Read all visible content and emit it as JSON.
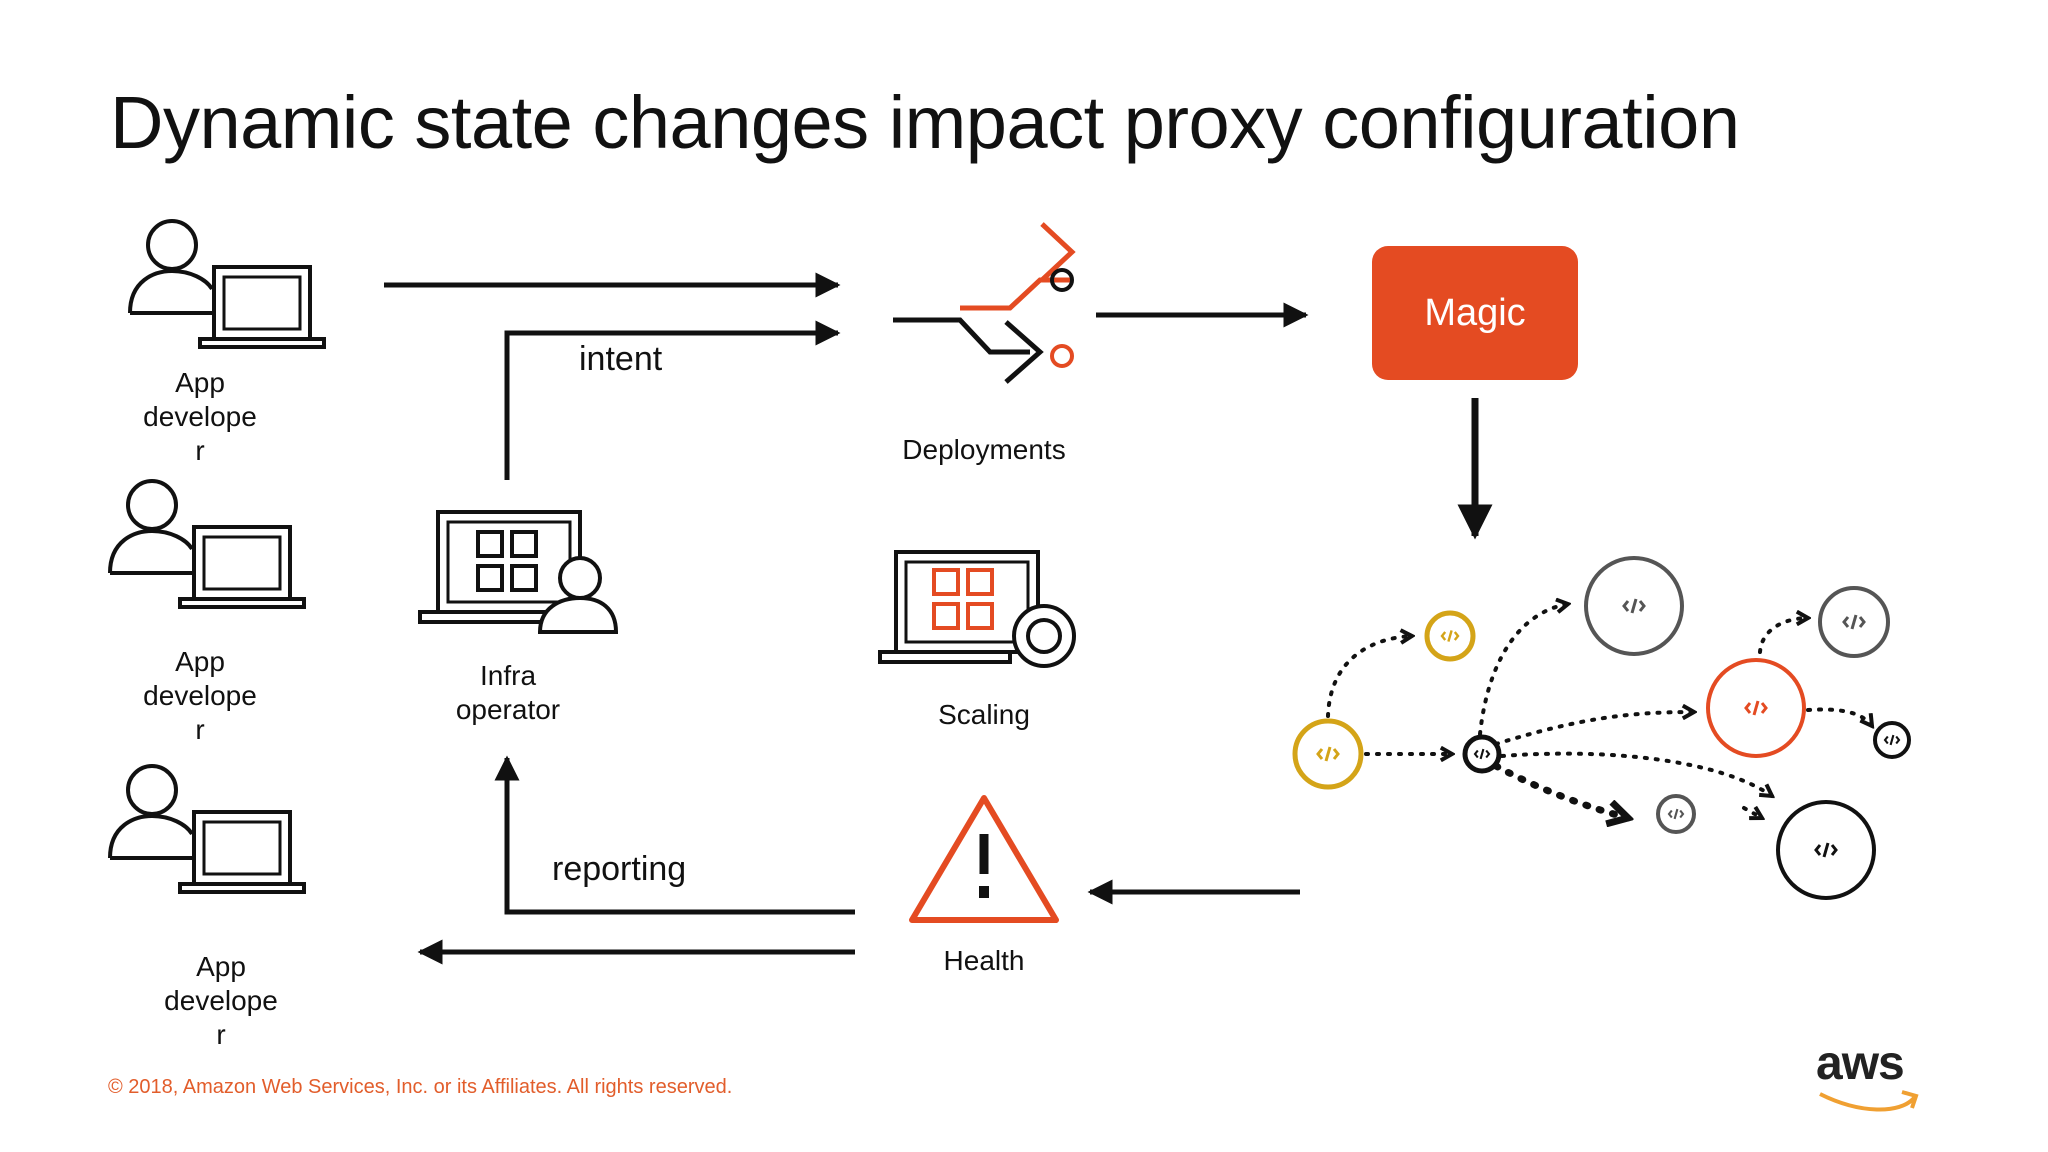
{
  "slide": {
    "title": "Dynamic state changes impact proxy configuration",
    "footer": "© 2018, Amazon Web Services, Inc. or its Affiliates. All rights reserved.",
    "brand": "aws"
  },
  "nodes": {
    "app_developer_1": "App\ndevelope\nr",
    "app_developer_2": "App\ndevelope\nr",
    "app_developer_3": "App\ndevelope\nr",
    "infra_operator": "Infra\noperator",
    "deployments": "Deployments",
    "scaling": "Scaling",
    "health": "Health",
    "magic": "Magic"
  },
  "edges": {
    "intent": "intent",
    "reporting": "reporting"
  },
  "colors": {
    "accent": "#e44b22",
    "gold": "#d4a418",
    "gray": "#555555",
    "footer": "#e25d2b"
  },
  "icons": [
    "user-laptop-icon",
    "deployments-icon",
    "scaling-icon",
    "health-warning-icon",
    "infra-operator-icon",
    "service-mesh-icon",
    "code-icon",
    "aws-smile-icon"
  ]
}
